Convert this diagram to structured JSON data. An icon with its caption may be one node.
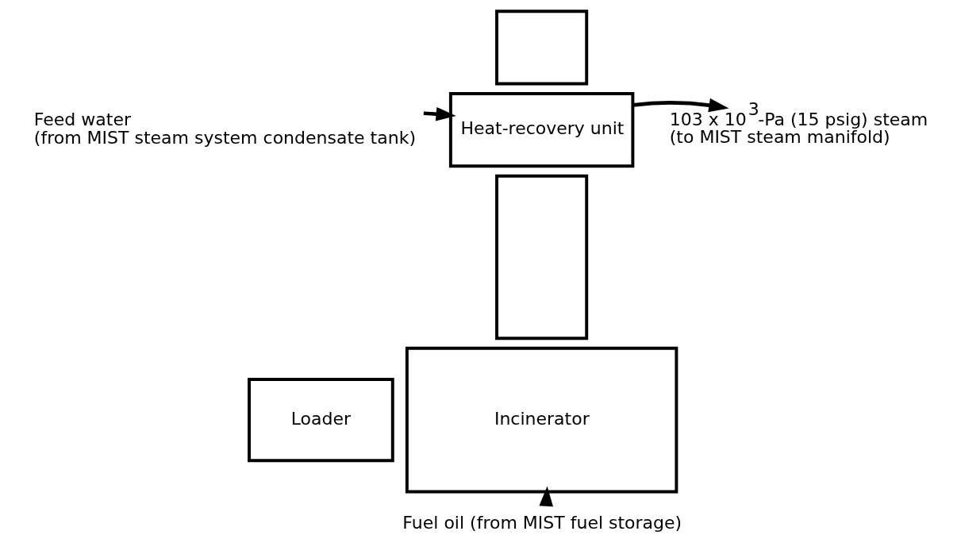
{
  "diagram": {
    "nodes": [
      {
        "text": [],
        "shape": "box"
      },
      {
        "text": [
          "103 x 10$^{3}$-Pa (15 psig) steam",
          "(to MIST steam manifold)"
        ]
      },
      {
        "text": [
          "Heat-recovery unit"
        ]
      },
      {
        "text": [
          "Feed water",
          "(from MIST steam system condensate tank)"
        ]
      },
      {
        "text": [],
        "shape": "box"
      },
      {
        "text": [
          "Incinerator"
        ]
      },
      {
        "text": [
          "Loader"
        ]
      },
      {
        "text": [
          "Fuel oil (from MIST fuel storage)"
        ]
      }
    ],
    "edges": [
      {
        "from": 3,
        "to": 2,
        "arrow": "to"
      },
      {
        "from": 2,
        "to": 1,
        "arrow": "to"
      },
      {
        "from": 7,
        "to": 5,
        "arrow": "to"
      }
    ]
  }
}
